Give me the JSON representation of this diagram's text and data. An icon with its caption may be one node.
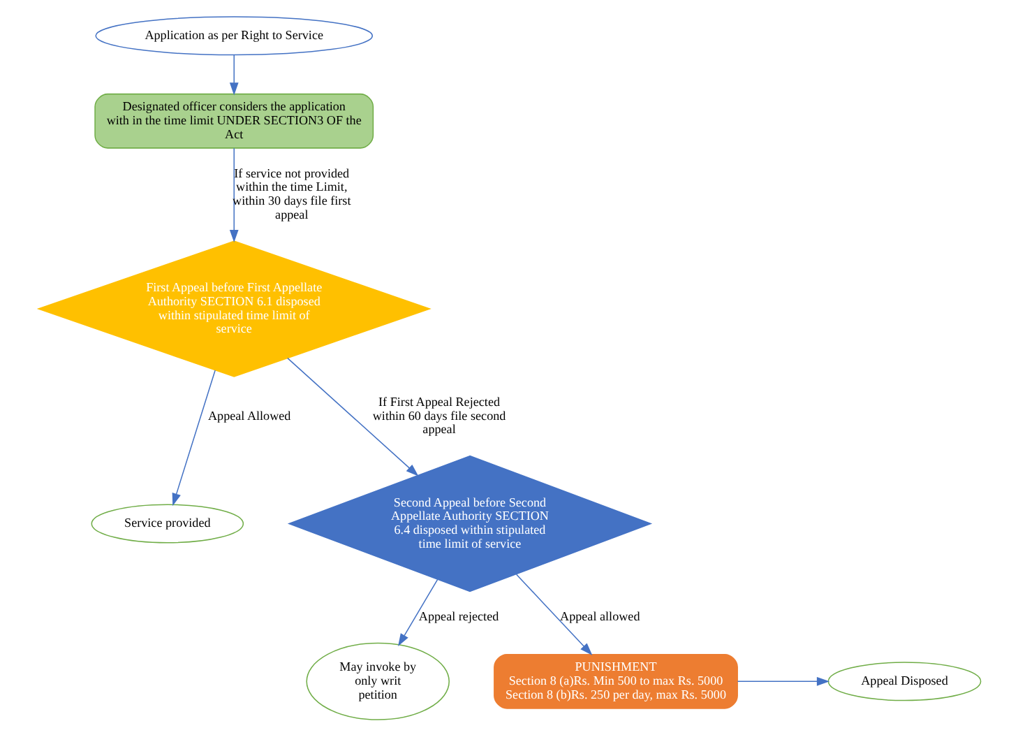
{
  "diagram": {
    "nodes": [
      {
        "text": [
          "Application as per Right to Service"
        ]
      },
      {
        "text": [
          "Designated officer considers the application with in the time limit UNDER SECTION3 OF the Act"
        ]
      },
      {
        "text": [
          "First Appeal before First Appellate Authority SECTION 6.1 disposed within stipulated time limit of service"
        ]
      },
      {
        "text": [
          "Service provided"
        ]
      },
      {
        "text": [
          "Second Appeal before Second Appellate Authority SECTION 6.4 disposed within stipulated time limit of service"
        ]
      },
      {
        "text": [
          "May invoke by only writ petition"
        ]
      },
      {
        "text": [
          "PUNISHMENT",
          "Section 8 (a)Rs. Min 500 to max Rs. 5000",
          "Section 8 (b)Rs. 250 per day, max Rs. 5000"
        ]
      },
      {
        "text": [
          "Appeal Disposed"
        ]
      }
    ],
    "edges": [
      {
        "from": 0,
        "to": 1,
        "arrow": "to"
      },
      {
        "from": 1,
        "to": 2,
        "arrow": "to",
        "label": "If service not provided within the time Limit, within 30 days file first appeal"
      },
      {
        "from": 2,
        "to": 3,
        "arrow": "to",
        "label": "Appeal Allowed"
      },
      {
        "from": 2,
        "to": 4,
        "arrow": "to",
        "label": "If First Appeal Rejected within 60 days file second appeal"
      },
      {
        "from": 4,
        "to": 5,
        "arrow": "to",
        "label": "Appeal rejected"
      },
      {
        "from": 4,
        "to": 6,
        "arrow": "to",
        "label": "Appeal allowed"
      },
      {
        "from": 6,
        "to": 7,
        "arrow": "to"
      }
    ]
  }
}
